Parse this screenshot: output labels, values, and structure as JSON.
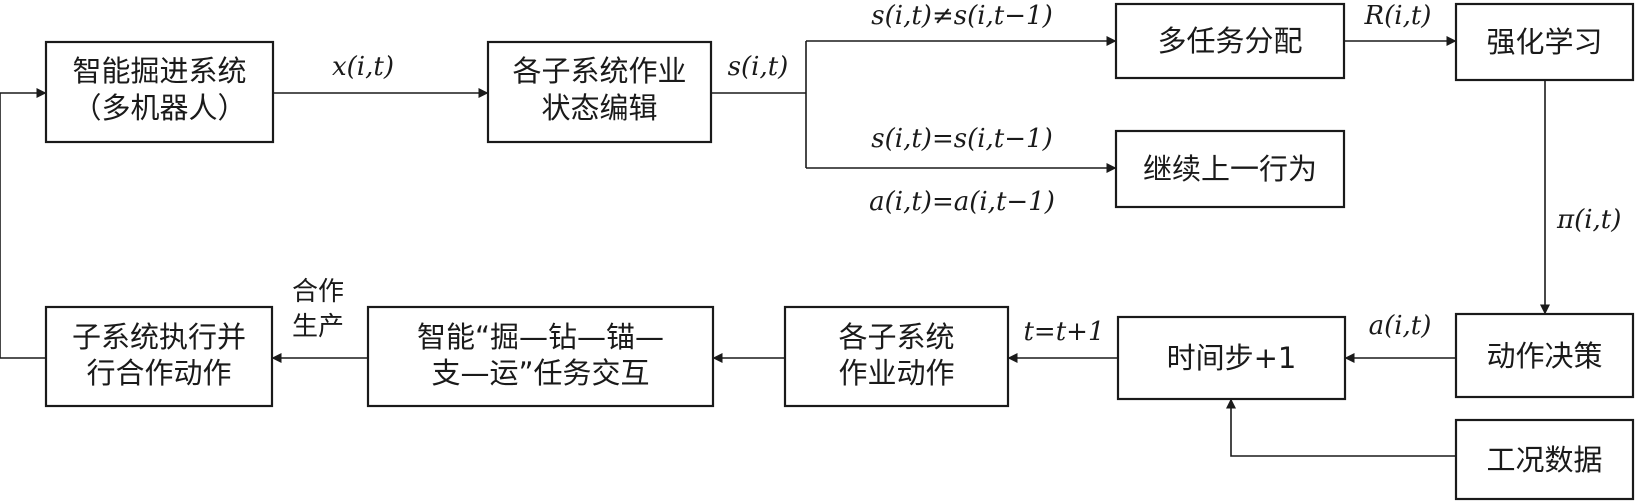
{
  "diagram": {
    "nodes": {
      "robot": {
        "lines": [
          "智能掘进系统",
          "（多机器人）"
        ]
      },
      "state_edit": {
        "lines": [
          "各子系统作业",
          "状态编辑"
        ]
      },
      "multi_task": {
        "lines": [
          "多任务分配"
        ]
      },
      "rl": {
        "lines": [
          "强化学习"
        ]
      },
      "continue": {
        "lines": [
          "继续上一行为"
        ]
      },
      "decision": {
        "lines": [
          "动作决策"
        ]
      },
      "timestep": {
        "lines": [
          "时间步+1"
        ]
      },
      "condition_data": {
        "lines": [
          "工况数据"
        ]
      },
      "subsys_action": {
        "lines": [
          "各子系统",
          "作业动作"
        ]
      },
      "task_interact": {
        "lines": [
          "智能“掘—钻—锚—",
          "支—运”任务交互"
        ]
      },
      "exec": {
        "lines": [
          "子系统执行并",
          "行合作动作"
        ]
      }
    },
    "edge_labels": {
      "x_it": "x(i,t)",
      "s_it": "s(i,t)",
      "s_neq": "s(i,t)≠s(i,t−1)",
      "s_eq": "s(i,t)=s(i,t−1)",
      "a_eq": "a(i,t)=a(i,t−1)",
      "R_it": "R(i,t)",
      "pi_it": "π(i,t)",
      "a_it": "a(i,t)",
      "t_inc": "t=t+1",
      "coop_1": "合作",
      "coop_2": "生产"
    }
  }
}
